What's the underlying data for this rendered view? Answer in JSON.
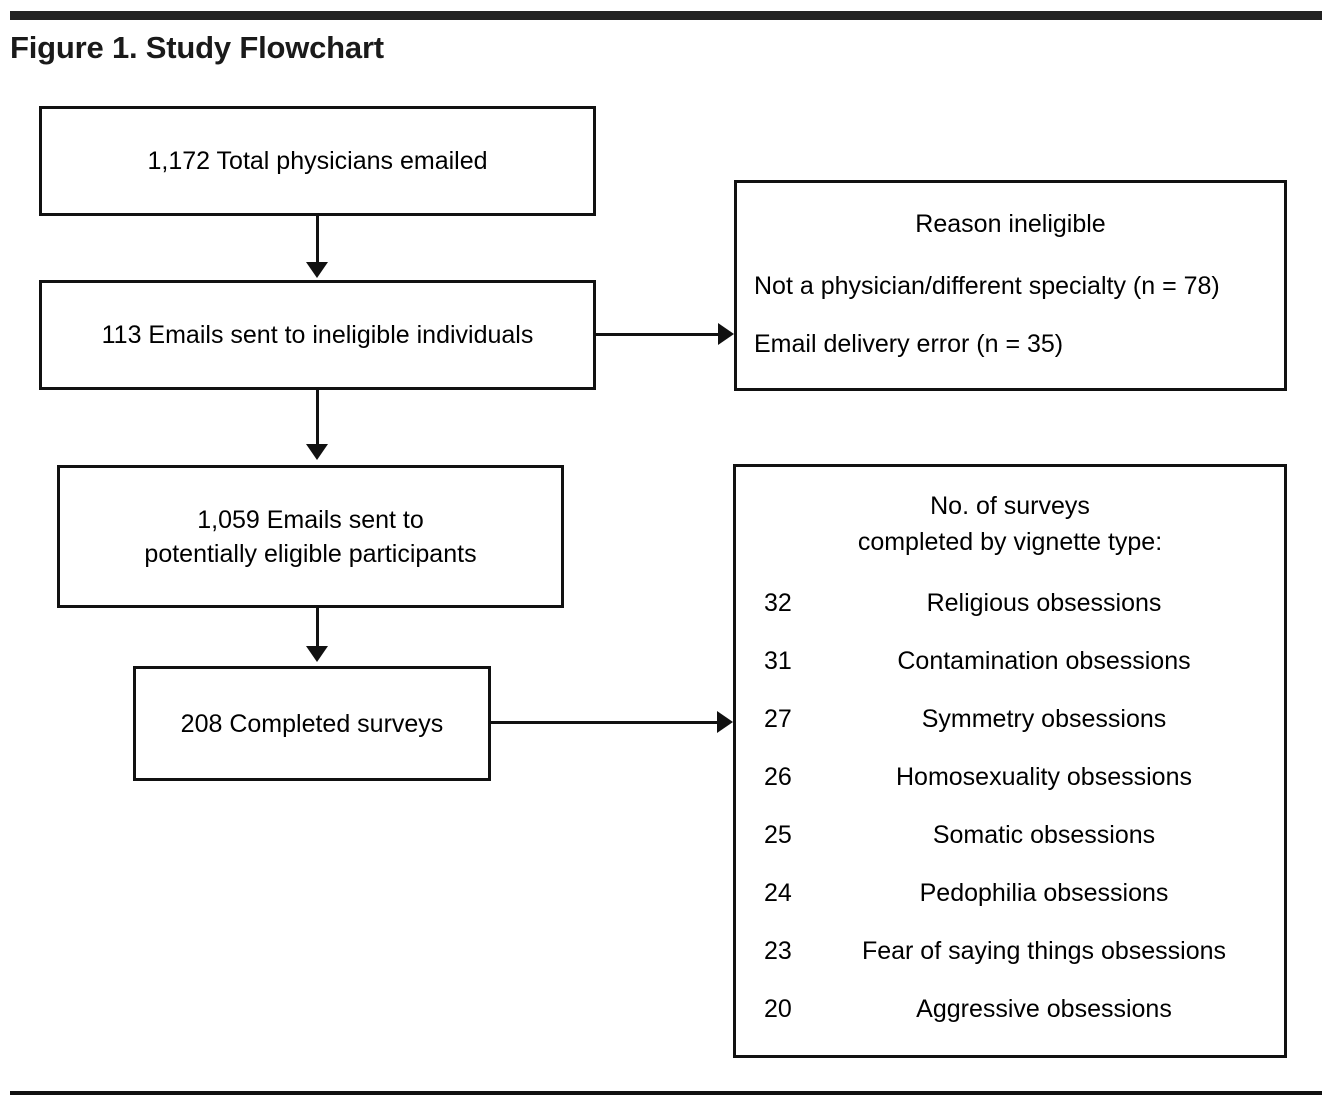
{
  "figure": {
    "title": "Figure 1. Study Flowchart"
  },
  "flow": {
    "boxes": {
      "emailed": "1,172 Total physicians emailed",
      "ineligible": "113 Emails sent to ineligible individuals",
      "potential_line1": "1,059 Emails sent to",
      "potential_line2": "potentially eligible participants",
      "completed": "208 Completed surveys"
    },
    "reason_box": {
      "heading": "Reason ineligible",
      "line1": "Not a physician/different specialty (n = 78)",
      "line2": "Email delivery error (n = 35)"
    },
    "vignette_box": {
      "heading_line1": "No. of surveys",
      "heading_line2": "completed by vignette type:",
      "items": [
        {
          "count": "32",
          "label": "Religious obsessions"
        },
        {
          "count": "31",
          "label": "Contamination obsessions"
        },
        {
          "count": "27",
          "label": "Symmetry obsessions"
        },
        {
          "count": "26",
          "label": "Homosexuality obsessions"
        },
        {
          "count": "25",
          "label": "Somatic obsessions"
        },
        {
          "count": "24",
          "label": "Pedophilia obsessions"
        },
        {
          "count": "23",
          "label": "Fear of saying things obsessions"
        },
        {
          "count": "20",
          "label": "Aggressive obsessions"
        }
      ]
    }
  },
  "chart_data": {
    "type": "diagram",
    "title": "Figure 1. Study Flowchart",
    "nodes": [
      {
        "id": "emailed",
        "text": "1,172 Total physicians emailed",
        "value": 1172
      },
      {
        "id": "ineligible",
        "text": "113 Emails sent to ineligible individuals",
        "value": 113
      },
      {
        "id": "potential",
        "text": "1,059 Emails sent to potentially eligible participants",
        "value": 1059
      },
      {
        "id": "completed",
        "text": "208 Completed surveys",
        "value": 208
      },
      {
        "id": "reason",
        "text": "Reason ineligible"
      },
      {
        "id": "vignette",
        "text": "No. of surveys completed by vignette type:"
      }
    ],
    "edges": [
      {
        "from": "emailed",
        "to": "ineligible"
      },
      {
        "from": "ineligible",
        "to": "potential"
      },
      {
        "from": "potential",
        "to": "completed"
      },
      {
        "from": "ineligible",
        "to": "reason"
      },
      {
        "from": "completed",
        "to": "vignette"
      }
    ],
    "reason_counts": [
      {
        "label": "Not a physician/different specialty",
        "n": 78
      },
      {
        "label": "Email delivery error",
        "n": 35
      }
    ],
    "categories": [
      "Religious obsessions",
      "Contamination obsessions",
      "Symmetry obsessions",
      "Homosexuality obsessions",
      "Somatic obsessions",
      "Pedophilia obsessions",
      "Fear of saying things obsessions",
      "Aggressive obsessions"
    ],
    "values": [
      32,
      31,
      27,
      26,
      25,
      24,
      23,
      20
    ]
  },
  "colors": {
    "rule": "#222222",
    "stroke": "#111111",
    "background": "#ffffff"
  }
}
